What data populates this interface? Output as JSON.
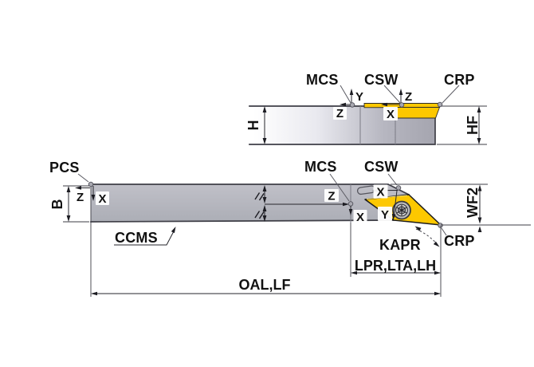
{
  "drawing": {
    "description": "Turning tool holder dimension drawing, side view and plan view",
    "colors": {
      "insert": "#fdc800",
      "insert_side": "#fdc800",
      "body_gray": "#b4b4bc",
      "edge": "#3f3f47",
      "background": "#ffffff"
    },
    "axes": {
      "x": "X",
      "y": "Y",
      "z": "Z"
    },
    "side_view": {
      "labels": {
        "mcs": "MCS",
        "csw": "CSW",
        "crp": "CRP"
      },
      "dimensions": {
        "h": "H",
        "hf": "HF"
      }
    },
    "plan_view": {
      "labels": {
        "pcs": "PCS",
        "mcs": "MCS",
        "csw": "CSW",
        "crp": "CRP",
        "ccms": "CCMS",
        "kapr": "KAPR"
      },
      "dimensions": {
        "b": "B",
        "wf2": "WF2",
        "lpr": "LPR,LTA,LH",
        "oal": "OAL,LF"
      }
    }
  }
}
